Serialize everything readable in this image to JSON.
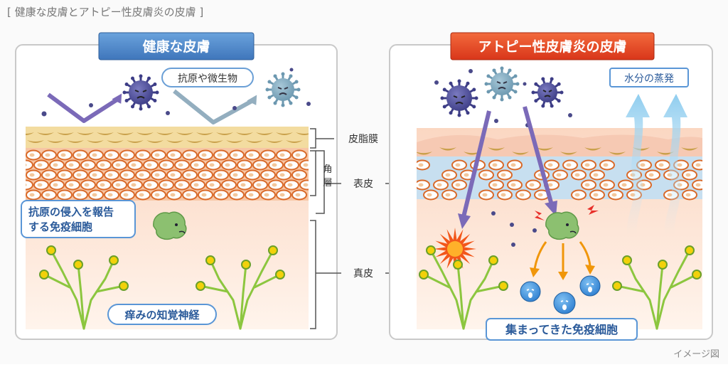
{
  "header": {
    "title": "[ 健康な皮膚とアトピー性皮膚炎の皮膚 ]"
  },
  "left_panel": {
    "title": "健康な皮膚",
    "labels": {
      "antigens": "抗原や微生物",
      "immune_report_1": "抗原の侵入を報告",
      "immune_report_2": "する免疫細胞",
      "nerves": "痒みの知覚神経"
    }
  },
  "right_panel": {
    "title": "アトピー性皮膚炎の皮膚",
    "labels": {
      "evaporation": "水分の蒸発",
      "gathered_cells": "集まってきた免疫細胞"
    }
  },
  "middle_labels": {
    "sebum": "皮脂膜",
    "horny_1": "角",
    "horny_2": "層",
    "epidermis": "表皮",
    "dermis": "真皮"
  },
  "footer": {
    "note": "イメージ図"
  },
  "colors": {
    "left_title_bg": "#4a86c8",
    "right_title_bg": "#e8431c",
    "dermis": "#fde5d5",
    "sebum": "#e8c77a",
    "cell_outline": "#d96a2a",
    "nerve": "#8cc63f",
    "germ": "#5a5a9a",
    "arrow": "#7b6ab8"
  }
}
